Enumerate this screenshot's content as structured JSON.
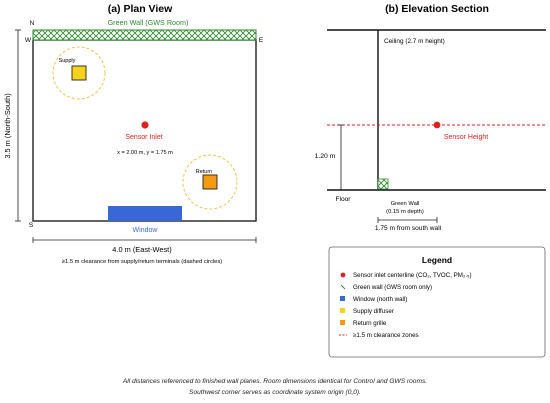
{
  "plan": {
    "title": "(a) Plan View",
    "compass": {
      "n": "N",
      "w": "W",
      "e": "E",
      "s": "S"
    },
    "green_wall_label": "Green Wall (GWS Room)",
    "supply_label": "Supply",
    "return_label": "Return",
    "sensor_label": "Sensor Inlet",
    "sensor_coords": "x = 2.00 m, y = 1.75 m",
    "window_label": "Window",
    "y_dimension": "3.5 m (North-South)",
    "x_dimension": "4.0 m (East-West)",
    "clearance_note": "≥1.5 m clearance from supply/return terminals (dashed circles)"
  },
  "elevation": {
    "title": "(b) Elevation Section",
    "ceiling_label": "Ceiling (2.7 m height)",
    "sensor_height_label": "Sensor Height",
    "height_dim": "1.20 m",
    "floor_label": "Floor",
    "green_wall_label": "Green Wall",
    "green_wall_depth": "(0.15 m depth)",
    "distance_label": "1.75 m from south wall"
  },
  "legend": {
    "title": "Legend",
    "items": [
      {
        "text": "Sensor inlet centerline (CO₂, TVOC, PM₂.₅)",
        "symbol": "red-dot"
      },
      {
        "text": "Green wall (GWS room only)",
        "symbol": "green-hatch"
      },
      {
        "text": "Window (north wall)",
        "symbol": "blue-square"
      },
      {
        "text": "Supply diffuser",
        "symbol": "yellow-square"
      },
      {
        "text": "Return grille",
        "symbol": "orange-square"
      },
      {
        "text": "≥1.5 m clearance zones",
        "symbol": "red-dashed-line"
      }
    ]
  },
  "footnote": {
    "line1": "All distances referenced to finished wall planes. Room dimensions identical for Control and GWS rooms.",
    "line2": "Southwest corner serves as coordinate system origin (0,0)."
  },
  "colors": {
    "green": "#2e8b2e",
    "red": "#e02020",
    "blue": "#3a67d8",
    "yellow": "#f7d21a",
    "orange": "#f59b12",
    "dashed_circle": "#f2c14e"
  }
}
